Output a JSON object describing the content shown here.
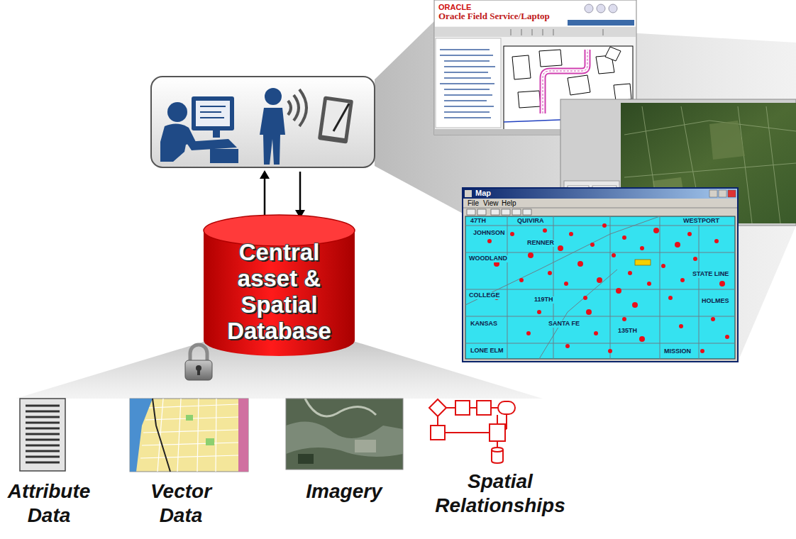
{
  "diagram": {
    "nodes": [
      {
        "text": [
          "Central asset & Spatial Database"
        ]
      },
      {
        "text": [
          "ORACLE",
          "Oracle Field Service/Laptop"
        ]
      },
      {
        "text": [
          "Map"
        ]
      }
    ],
    "labels": [
      "Attribute Data",
      "Vector Data",
      "Imagery",
      "Spatial Relationships",
      "File",
      "View",
      "Help",
      "47TH",
      "QUIVIRA",
      "WESTPORT",
      "JOHNSON",
      "RENNER",
      "WOODLAND",
      "COLLEGE",
      "KANSAS",
      "SANTA FE",
      "HOLMES",
      "MISSION",
      "135TH",
      "LONE ELM",
      "119TH",
      "STATE LINE"
    ]
  }
}
